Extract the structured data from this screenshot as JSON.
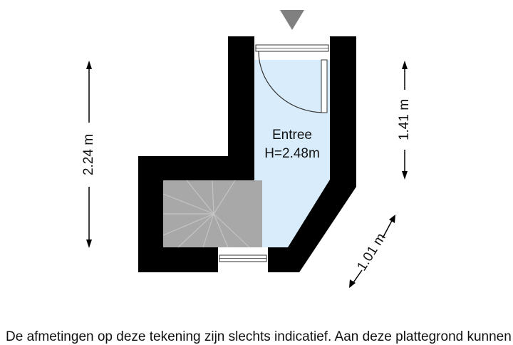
{
  "room": {
    "name": "Entree",
    "height_label": "H=2.48m"
  },
  "dimensions": {
    "left_height": "2.24 m",
    "right_height": "1.41 m",
    "diagonal_width": "1.01 m"
  },
  "footer_text": "De afmetingen op deze tekening zijn slechts indicatief. Aan deze plattegrond kunnen geen rechten worden ontleend.",
  "colors": {
    "wall": "#000000",
    "floor": "#d8ecfb",
    "stairs": "#a6a6a6",
    "entrance_marker": "#808080"
  }
}
